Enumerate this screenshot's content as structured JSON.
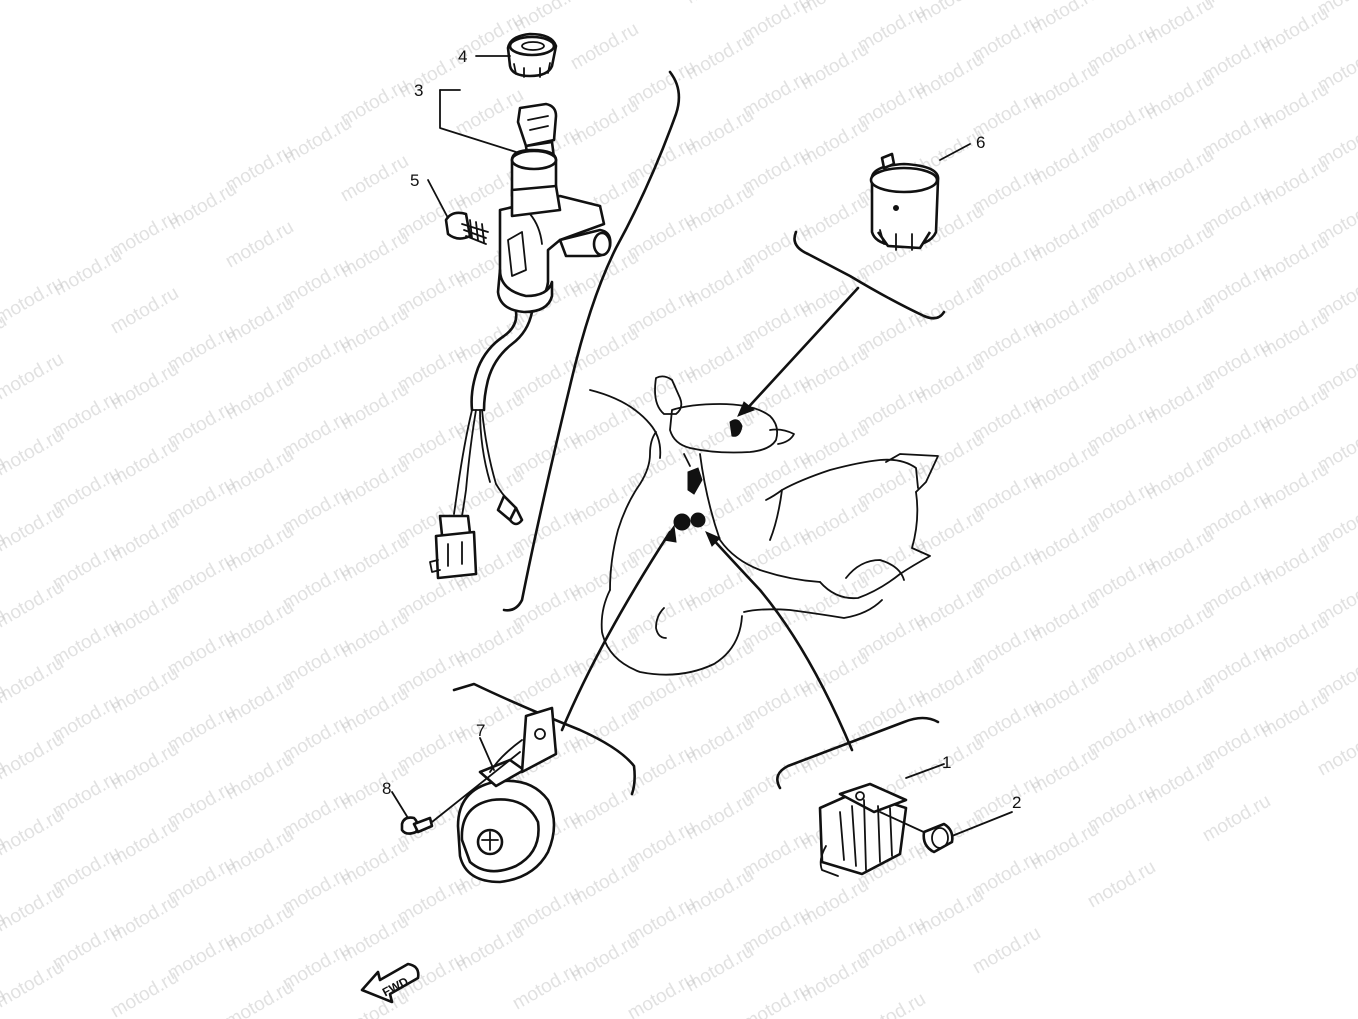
{
  "watermark": {
    "text": "motod.ru",
    "color": "#c8c8c8"
  },
  "callouts": [
    {
      "id": "1",
      "label": "1"
    },
    {
      "id": "2",
      "label": "2"
    },
    {
      "id": "3",
      "label": "3"
    },
    {
      "id": "4",
      "label": "4"
    },
    {
      "id": "5",
      "label": "5"
    },
    {
      "id": "6",
      "label": "6"
    },
    {
      "id": "7",
      "label": "7"
    },
    {
      "id": "8",
      "label": "8"
    }
  ],
  "direction_badge": {
    "label": "FWD"
  },
  "line_color": "#111111"
}
